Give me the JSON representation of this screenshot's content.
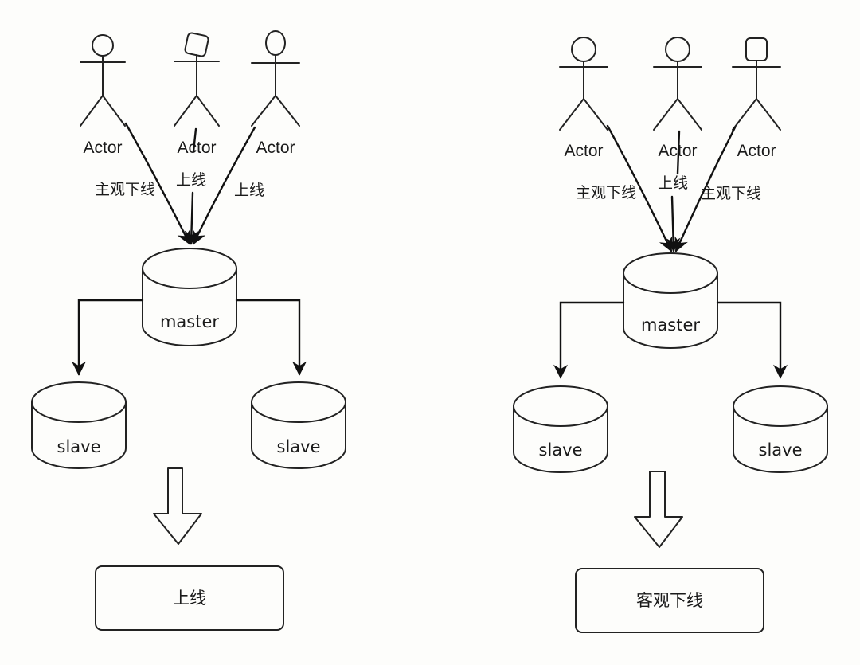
{
  "colors": {
    "background": "#fdfdfb",
    "master_fill": "#c8e68a",
    "slave_fill": "#fbc790",
    "result_box_fill": "#cce3fb",
    "actor_head_fill": "#eaf2b8",
    "big_arrow_hatch": "#f2b48a",
    "stroke": "#222222"
  },
  "panels": [
    {
      "actors": [
        {
          "label": "Actor",
          "edge_label": "主观下线"
        },
        {
          "label": "Actor",
          "edge_label": "上线"
        },
        {
          "label": "Actor",
          "edge_label": "上线"
        }
      ],
      "master": {
        "label": "master"
      },
      "slaves": [
        {
          "label": "slave"
        },
        {
          "label": "slave"
        }
      ],
      "result": {
        "label": "上线"
      }
    },
    {
      "actors": [
        {
          "label": "Actor",
          "edge_label": "主观下线"
        },
        {
          "label": "Actor",
          "edge_label": "上线"
        },
        {
          "label": "Actor",
          "edge_label": "主观下线"
        }
      ],
      "master": {
        "label": "master"
      },
      "slaves": [
        {
          "label": "slave"
        },
        {
          "label": "slave"
        }
      ],
      "result": {
        "label": "客观下线"
      }
    }
  ]
}
